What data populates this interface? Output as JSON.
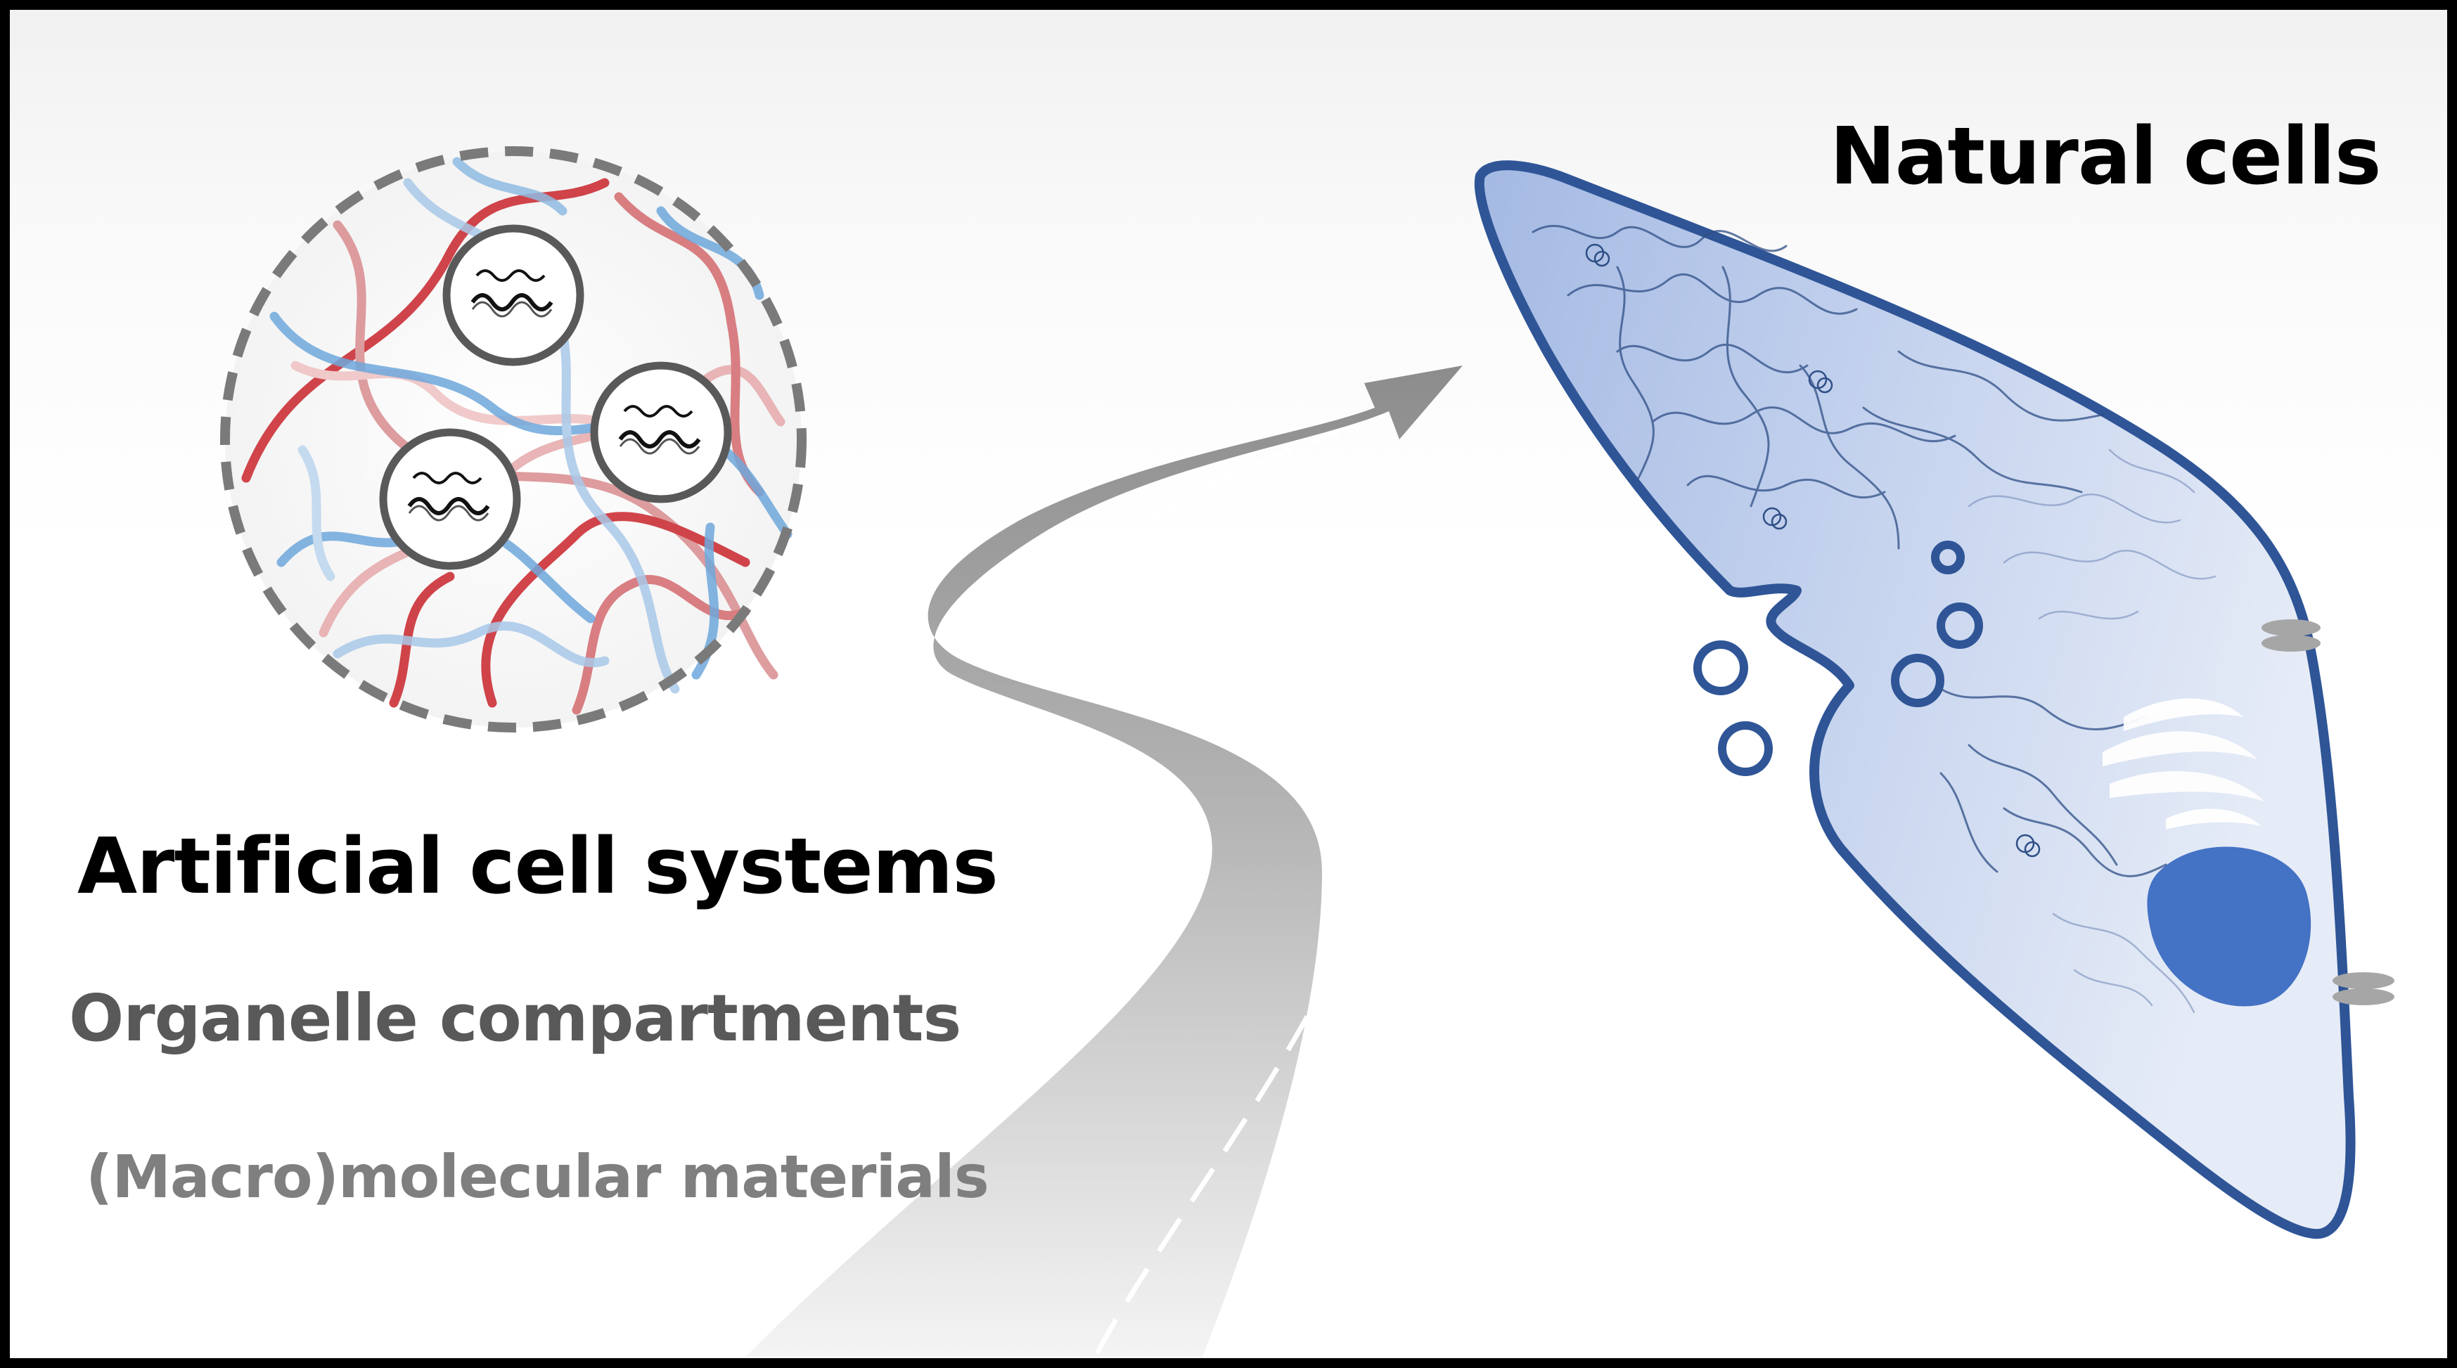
{
  "labels": {
    "natural_cells": "Natural cells",
    "artificial_cell_systems": "Artificial cell systems",
    "organelle_compartments": "Organelle compartments",
    "macromolecular_materials": "(Macro)molecular materials"
  },
  "colors": {
    "frame": "#000000",
    "road": "#8c8c8c",
    "road_fade": "#f5f5f5",
    "cell_outline": "#2f5597",
    "cell_fill": "#b4c7e7",
    "nucleus": "#4472c4",
    "polymer_red": "#c9252c",
    "polymer_blue": "#6fa8dc",
    "compartment_outline": "#595959"
  },
  "icons": [
    "road-arrow-icon",
    "artificial-cell-icon",
    "natural-cell-icon",
    "vesicle-icon",
    "nucleus-icon"
  ]
}
